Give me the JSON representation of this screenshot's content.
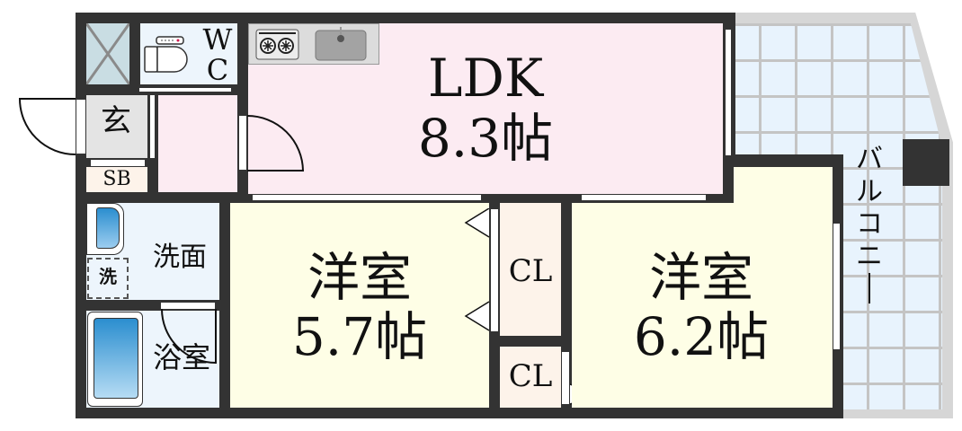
{
  "floorplan": {
    "rooms": {
      "ldk": {
        "name": "LDK",
        "size": "8.3帖"
      },
      "western1": {
        "name": "洋室",
        "size": "5.7帖"
      },
      "western2": {
        "name": "洋室",
        "size": "6.2帖"
      },
      "wc": {
        "name_line1": "W",
        "name_line2": "C"
      },
      "entrance": {
        "name": "玄"
      },
      "shoe_box": {
        "name": "SB"
      },
      "washroom": {
        "name": "洗面"
      },
      "washer": {
        "name": "洗"
      },
      "bathroom": {
        "name": "浴室"
      },
      "closet1": {
        "name": "CL"
      },
      "closet2": {
        "name": "CL"
      },
      "balcony": {
        "name_chars": [
          "バ",
          "ル",
          "コ",
          "ニ",
          "ー"
        ]
      }
    },
    "colors": {
      "wall": "#333333",
      "ldk": "#fcebf2",
      "western": "#fefee6",
      "wet_area": "#edf5fc",
      "closet": "#fdf3ea",
      "balcony": "#e8f3fd",
      "balcony_grid": "#c4c4c4",
      "bathtub": "#4d9fd6"
    }
  }
}
